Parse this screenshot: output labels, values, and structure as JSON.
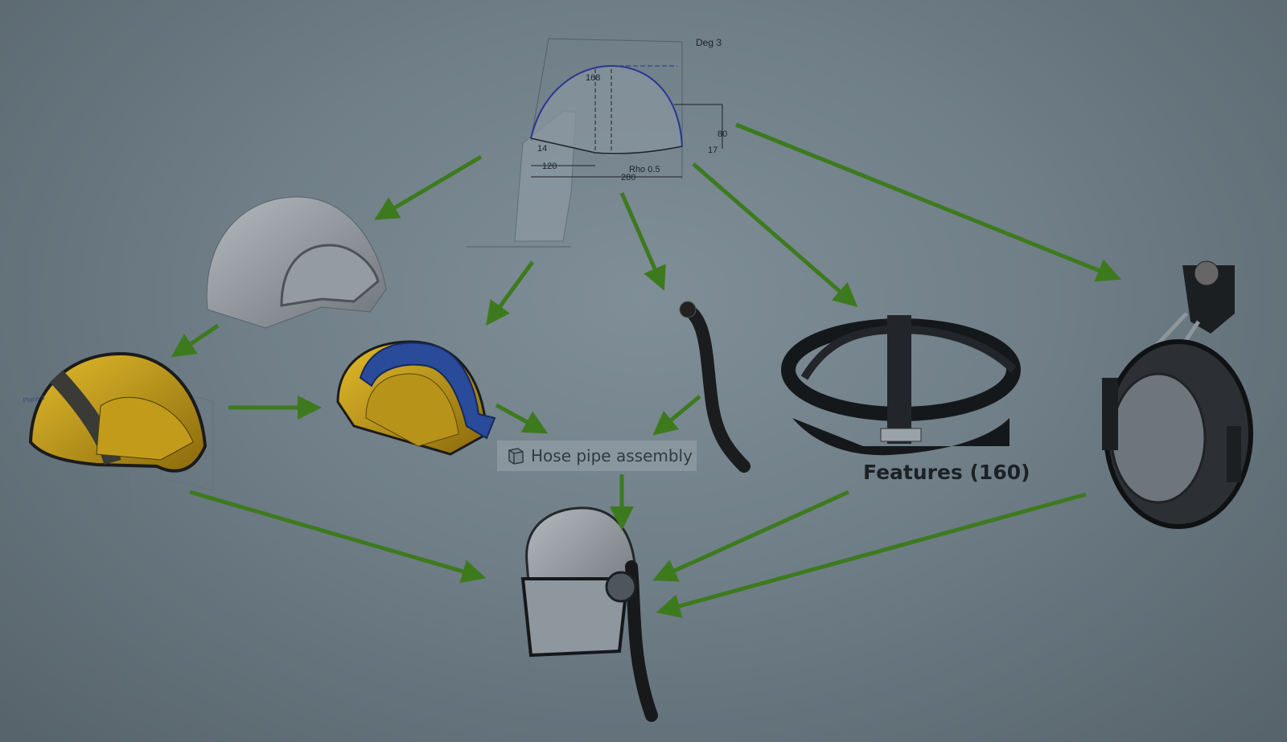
{
  "sketch": {
    "degree_label": "Deg 3",
    "dimensions": [
      "168",
      "80",
      "120",
      "280",
      "Rho 0.5",
      "14",
      "17"
    ]
  },
  "labels": {
    "assembly": "Hose pipe assembly",
    "features": "Features (160)",
    "plane": "Plane 3"
  },
  "parts": [
    "helmet-shell-surface",
    "helmet-shell-yellow",
    "helmet-visor-frame",
    "hose-pipe",
    "head-harness",
    "ear-muff",
    "final-helmet-assembly"
  ],
  "colors": {
    "arrow": "#3d7a1e",
    "spline": "#2a3690",
    "helmet_yellow": "#c9a21a",
    "visor_blue": "#2a4a9a"
  }
}
